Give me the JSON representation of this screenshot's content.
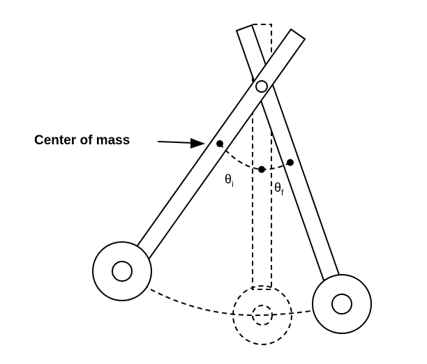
{
  "labels": {
    "center_of_mass": "Center of mass",
    "theta_initial": {
      "symbol": "θ",
      "subscript": "i"
    },
    "theta_final": {
      "symbol": "θ",
      "subscript": "f"
    }
  },
  "colors": {
    "stroke": "#000000",
    "background": "#ffffff"
  }
}
